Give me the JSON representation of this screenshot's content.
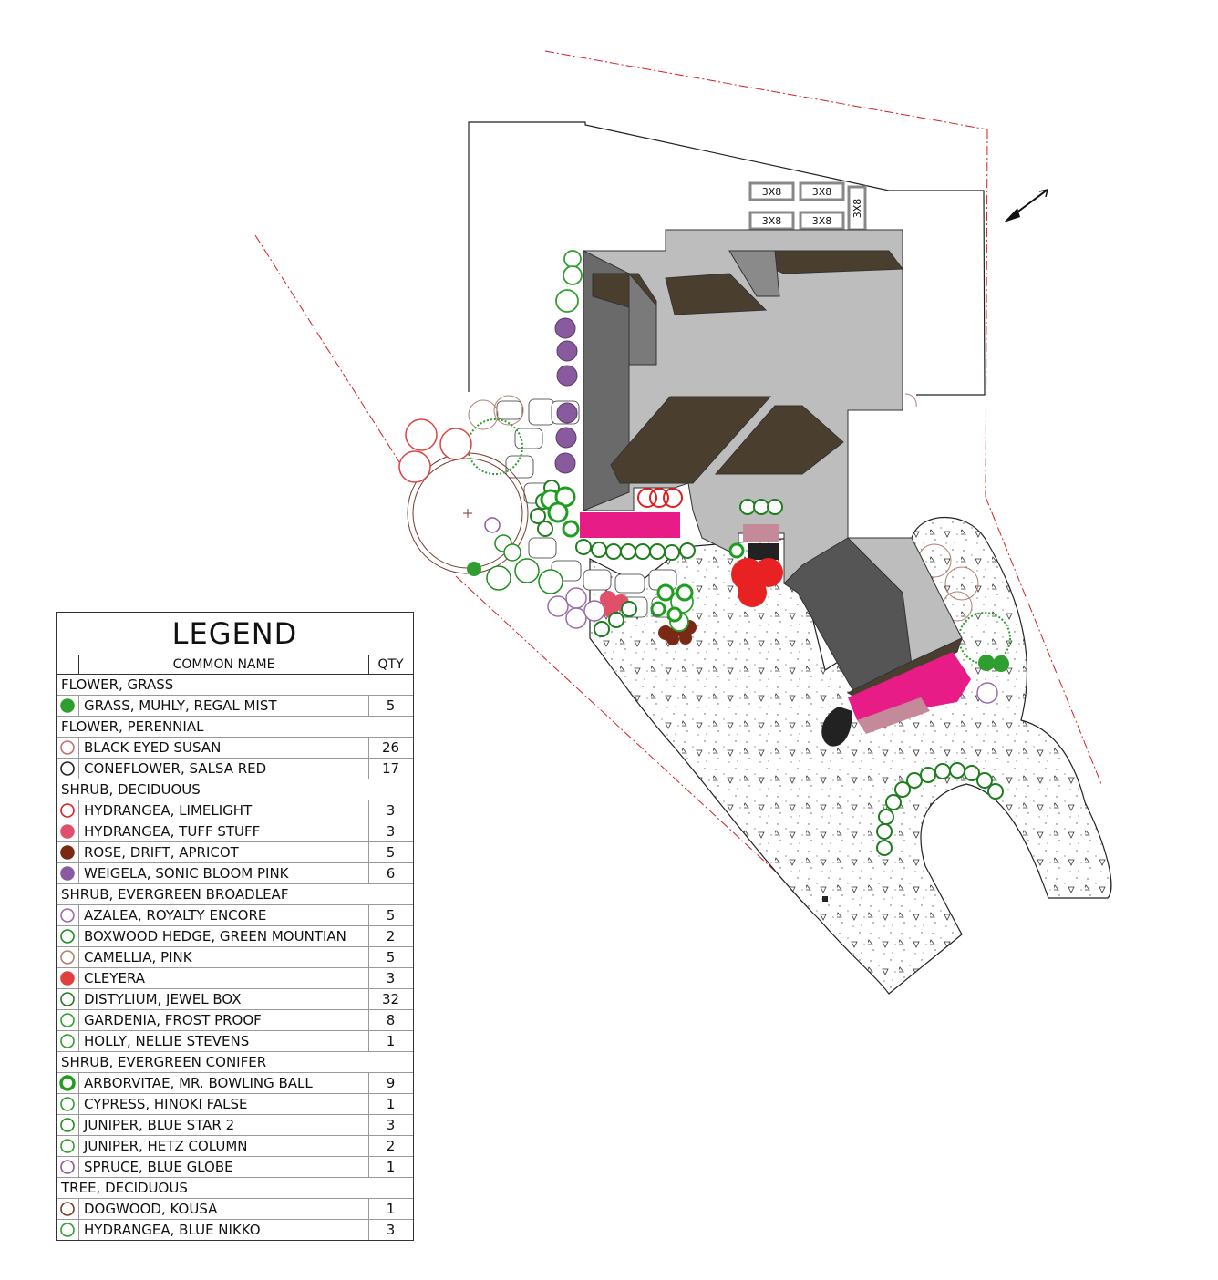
{
  "storage_units": [
    {
      "label": "3X8"
    },
    {
      "label": "3X8"
    },
    {
      "label": "3X8"
    },
    {
      "label": "3X8"
    },
    {
      "label": "3X8"
    }
  ],
  "legend": {
    "title": "LEGEND",
    "col_name": "COMMON NAME",
    "col_qty": "QTY",
    "groups": [
      {
        "name": "FLOWER, GRASS",
        "items": [
          {
            "name": "GRASS, MUHLY, REGAL MIST",
            "qty": "5",
            "symbol": "muhly-grass-icon",
            "color": "#2e9e2e"
          }
        ]
      },
      {
        "name": "FLOWER, PERENNIAL",
        "items": [
          {
            "name": "BLACK EYED SUSAN",
            "qty": "26",
            "symbol": "black-eyed-susan-icon",
            "color": "#c07070"
          },
          {
            "name": "CONEFLOWER, SALSA RED",
            "qty": "17",
            "symbol": "coneflower-icon",
            "color": "#222222"
          }
        ]
      },
      {
        "name": "SHRUB, DECIDUOUS",
        "items": [
          {
            "name": "HYDRANGEA, LIMELIGHT",
            "qty": "3",
            "symbol": "hydrangea-limelight-icon",
            "color": "#e02020"
          },
          {
            "name": "HYDRANGEA, TUFF STUFF",
            "qty": "3",
            "symbol": "hydrangea-tuff-stuff-icon",
            "color": "#e0506a"
          },
          {
            "name": "ROSE, DRIFT, APRICOT",
            "qty": "5",
            "symbol": "rose-drift-icon",
            "color": "#7a2a14"
          },
          {
            "name": "WEIGELA, SONIC BLOOM PINK",
            "qty": "6",
            "symbol": "weigela-icon",
            "color": "#8a5a9e"
          }
        ]
      },
      {
        "name": "SHRUB, EVERGREEN BROADLEAF",
        "items": [
          {
            "name": "AZALEA, ROYALTY ENCORE",
            "qty": "5",
            "symbol": "azalea-icon",
            "color": "#9a6aae"
          },
          {
            "name": "BOXWOOD HEDGE, GREEN MOUNTIAN",
            "qty": "2",
            "symbol": "boxwood-icon",
            "color": "#1e8e1e"
          },
          {
            "name": "CAMELLIA, PINK",
            "qty": "5",
            "symbol": "camellia-icon",
            "color": "#b08070"
          },
          {
            "name": "CLEYERA",
            "qty": "3",
            "symbol": "cleyera-icon",
            "color": "#e04040"
          },
          {
            "name": "DISTYLIUM, JEWEL BOX",
            "qty": "32",
            "symbol": "distylium-icon",
            "color": "#1e7e1e"
          },
          {
            "name": "GARDENIA, FROST PROOF",
            "qty": "8",
            "symbol": "gardenia-icon",
            "color": "#2ea02e"
          },
          {
            "name": "HOLLY, NELLIE STEVENS",
            "qty": "1",
            "symbol": "holly-icon",
            "color": "#2ea02e"
          }
        ]
      },
      {
        "name": "SHRUB, EVERGREEN CONIFER",
        "items": [
          {
            "name": "ARBORVITAE, MR. BOWLING BALL",
            "qty": "9",
            "symbol": "arborvitae-icon",
            "color": "#1e9e1e"
          },
          {
            "name": "CYPRESS, HINOKI FALSE",
            "qty": "1",
            "symbol": "cypress-icon",
            "color": "#2ea02e"
          },
          {
            "name": "JUNIPER, BLUE STAR 2",
            "qty": "3",
            "symbol": "juniper-blue-star-icon",
            "color": "#1e8e1e"
          },
          {
            "name": "JUNIPER, HETZ COLUMN",
            "qty": "2",
            "symbol": "juniper-hetz-icon",
            "color": "#2ea02e"
          },
          {
            "name": "SPRUCE, BLUE GLOBE",
            "qty": "1",
            "symbol": "spruce-icon",
            "color": "#8a5a9e"
          }
        ]
      },
      {
        "name": "TREE, DECIDUOUS",
        "items": [
          {
            "name": "DOGWOOD, KOUSA",
            "qty": "1",
            "symbol": "dogwood-icon",
            "color": "#7a3a2a"
          },
          {
            "name": "HYDRANGEA, BLUE NIKKO",
            "qty": "3",
            "symbol": "hydrangea-blue-nikko-icon",
            "color": "#2ea02e"
          }
        ]
      }
    ]
  }
}
